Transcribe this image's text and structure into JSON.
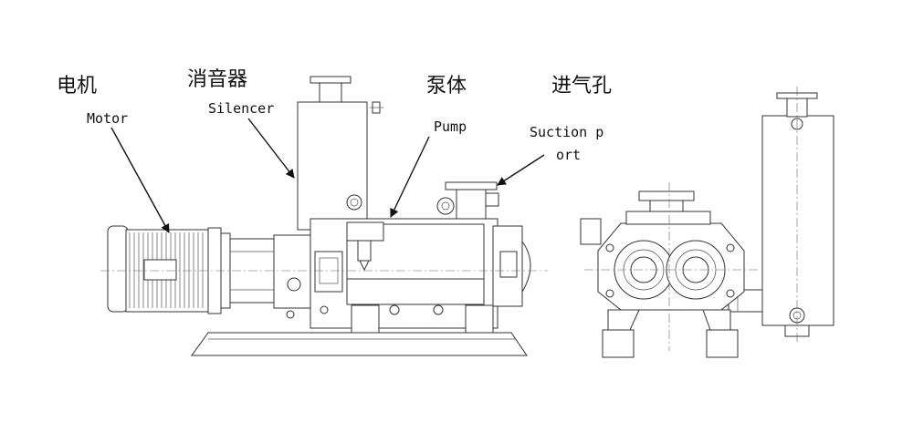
{
  "labels": {
    "motor_cn": "电机",
    "motor_en": "Motor",
    "silencer_cn": "消音器",
    "silencer_en": "Silencer",
    "pump_cn": "泵体",
    "pump_en": "Pump",
    "suction_cn": "进气孔",
    "suction_en_line1": "Suction p",
    "suction_en_line2": "ort"
  }
}
